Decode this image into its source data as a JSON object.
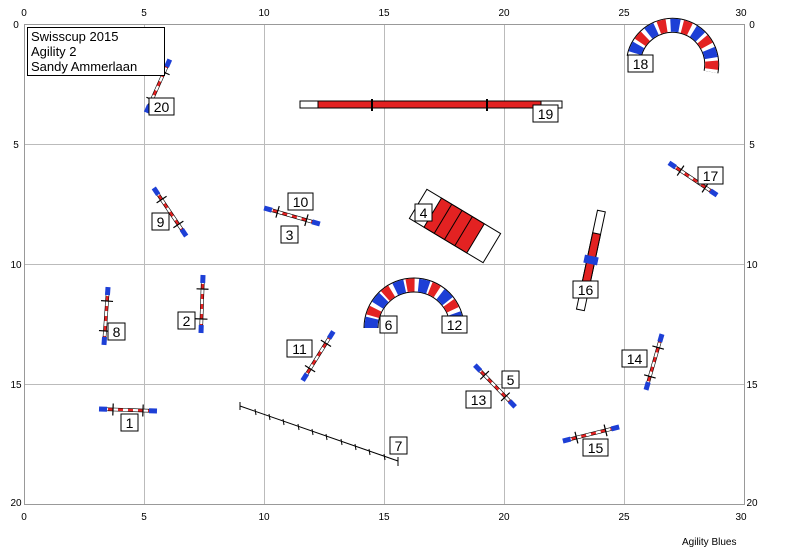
{
  "course": {
    "event": "Swisscup 2015",
    "class": "Agility 2",
    "judge": "Sandy Ammerlaan"
  },
  "brand": "Agility Blues",
  "axes": {
    "x_ticks": [
      "0",
      "5",
      "10",
      "15",
      "20",
      "25",
      "30"
    ],
    "y_ticks": [
      "0",
      "5",
      "10",
      "15",
      "20"
    ]
  },
  "colors": {
    "bar_red": "#e32222",
    "wing_blue": "#1d3fd6",
    "grid": "#bbbbbb"
  },
  "obstacles": [
    {
      "id": "jump-1",
      "type": "jump",
      "label": "1"
    },
    {
      "id": "jump-2",
      "type": "jump",
      "label": "2"
    },
    {
      "id": "jump-3",
      "type": "jump",
      "label": "3"
    },
    {
      "id": "tire-4",
      "type": "tire",
      "label": "4"
    },
    {
      "id": "jump-5",
      "type": "jump",
      "label": "5"
    },
    {
      "id": "tunnel-6-12",
      "type": "tunnel",
      "labels": [
        "6",
        "12"
      ]
    },
    {
      "id": "weave-7",
      "type": "weave-poles",
      "label": "7"
    },
    {
      "id": "jump-8",
      "type": "jump",
      "label": "8"
    },
    {
      "id": "jump-9",
      "type": "jump",
      "label": "9"
    },
    {
      "id": "jump-10",
      "type": "jump",
      "label": "10"
    },
    {
      "id": "jump-11",
      "type": "jump",
      "label": "11"
    },
    {
      "id": "jump-13",
      "type": "jump",
      "label": "13"
    },
    {
      "id": "jump-14",
      "type": "jump",
      "label": "14"
    },
    {
      "id": "jump-15",
      "type": "jump",
      "label": "15"
    },
    {
      "id": "seesaw-16",
      "type": "seesaw",
      "label": "16"
    },
    {
      "id": "jump-17",
      "type": "jump",
      "label": "17"
    },
    {
      "id": "tunnel-18",
      "type": "tunnel",
      "label": "18"
    },
    {
      "id": "dogwalk-19",
      "type": "dogwalk",
      "label": "19"
    },
    {
      "id": "jump-20",
      "type": "jump",
      "label": "20"
    }
  ]
}
